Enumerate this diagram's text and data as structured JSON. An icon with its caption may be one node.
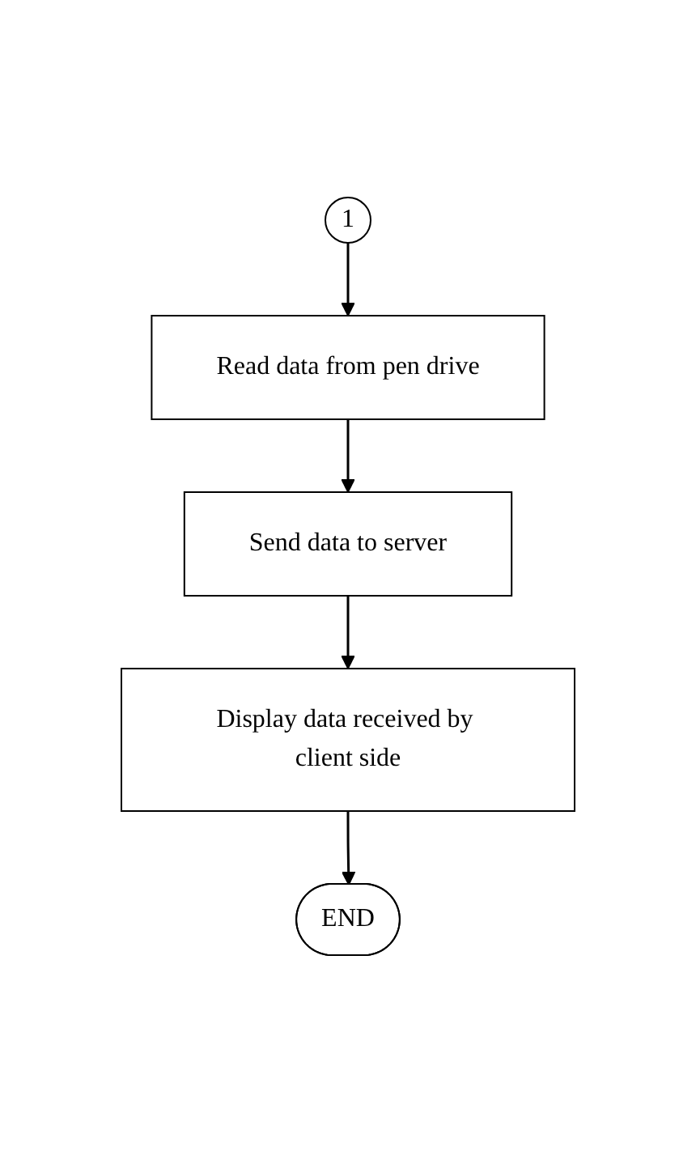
{
  "diagram": {
    "nodes": [
      {
        "text": [
          "1"
        ]
      },
      {
        "text": [
          "Read data from pen drive"
        ]
      },
      {
        "text": [
          "Send data to server"
        ]
      },
      {
        "text": [
          "Display data received by client side"
        ]
      },
      {
        "text": [
          "END"
        ]
      }
    ],
    "edges": [
      {
        "from": 0,
        "to": 1,
        "arrow": "to"
      },
      {
        "from": 1,
        "to": 2,
        "arrow": "to"
      },
      {
        "from": 2,
        "to": 3,
        "arrow": "to"
      },
      {
        "from": 3,
        "to": 4,
        "arrow": "to"
      }
    ]
  }
}
